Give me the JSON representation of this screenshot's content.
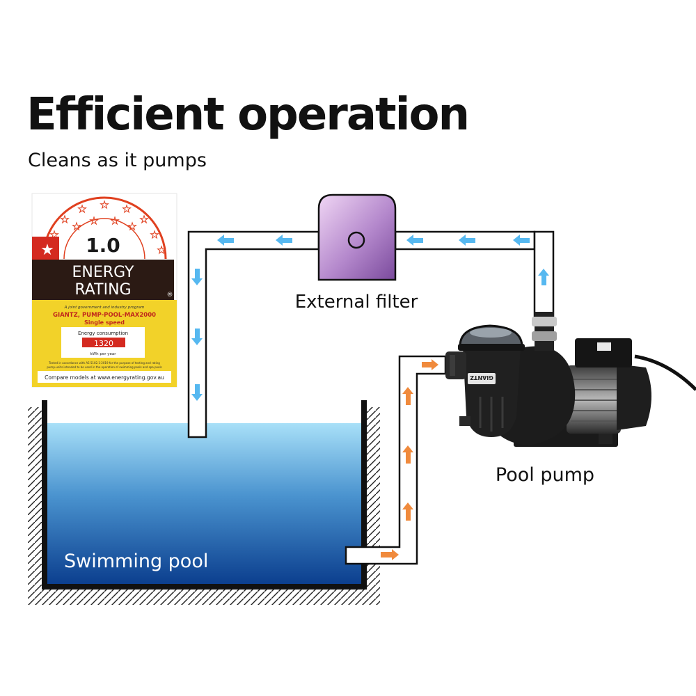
{
  "header": {
    "title": "Efficient operation",
    "subtitle": "Cleans as it pumps"
  },
  "label": {
    "rating_value": "1.0",
    "energy": "ENERGY",
    "rating": "RATING",
    "registered": "®",
    "program": "A joint government and industry program",
    "model": "GIANTZ, PUMP-POOL-MAX2000",
    "speed": "Single speed",
    "consumption_label": "Energy consumption",
    "consumption_value": "1320",
    "consumption_unit": "kWh per year",
    "fine_print_1": "Tested in accordance with AS 5102.1-2019 for the purpose of testing and rating",
    "fine_print_2": "pump-units intended to be used in the operation of swimming pools and spa pools",
    "compare": "Compare models at www.energyrating.gov.au"
  },
  "pool": {
    "label": "Swimming pool"
  },
  "filter": {
    "label": "External filter"
  },
  "pump": {
    "label": "Pool pump",
    "brand": "GIANTZ"
  },
  "colors": {
    "return_arrow": "#56b8f0",
    "suction_arrow": "#f08a3c",
    "filter_top": "#e8c8f0",
    "filter_bottom": "#7d4ea0",
    "water_top": "#a8dcf6",
    "water_bottom": "#0b3e8e",
    "label_yellow": "#f2d229",
    "label_dark": "#2b1a14",
    "label_red": "#d42a20"
  }
}
